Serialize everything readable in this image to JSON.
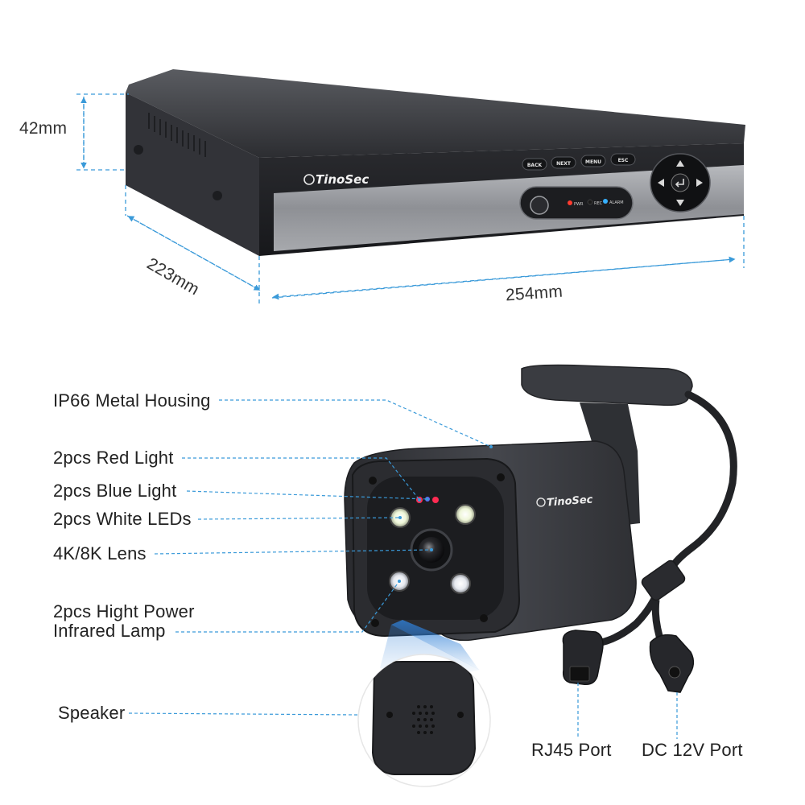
{
  "dimensions": {
    "height": "42mm",
    "depth": "223mm",
    "width": "254mm"
  },
  "dvr": {
    "brand": "TinoSec",
    "buttons": [
      "BACK",
      "NEXT",
      "MENU",
      "ESC"
    ],
    "indicators": [
      "PWR",
      "REC",
      "ALARM"
    ]
  },
  "camera": {
    "brand": "TinoSec",
    "callouts": [
      "IP66 Metal Housing",
      "2pcs Red Light",
      "2pcs Blue Light",
      "2pcs White LEDs",
      "4K/8K Lens"
    ],
    "infrared": [
      "2pcs Hight Power",
      "Infrared Lamp"
    ],
    "speaker": "Speaker",
    "ports": [
      "RJ45 Port",
      "DC 12V Port"
    ]
  },
  "colors": {
    "accent_line": "#3a9ad9",
    "housing": "#3b3d42",
    "panel": "#9a9ca0"
  }
}
